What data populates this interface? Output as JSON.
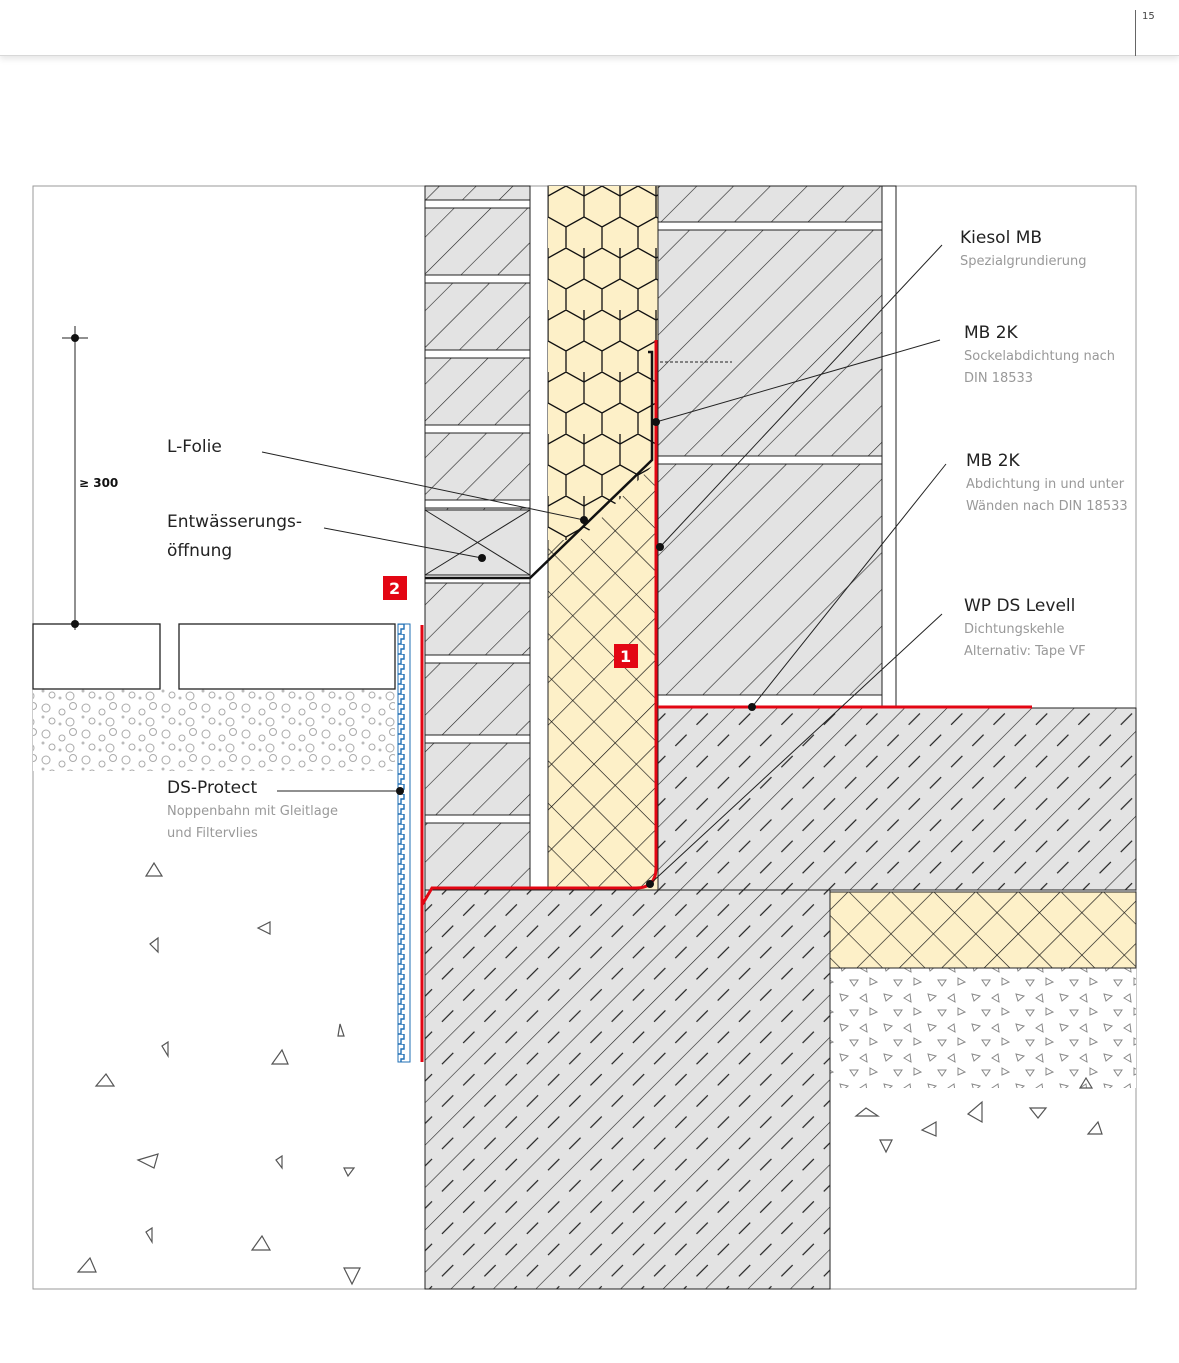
{
  "page_number": "15",
  "dimension": "≥ 300",
  "badges": [
    "1",
    "2"
  ],
  "labels": {
    "kiesol": {
      "title": "Kiesol MB",
      "sub": [
        "Spezialgrundierung"
      ]
    },
    "mb2k_sockel": {
      "title": "MB 2K",
      "sub": [
        "Sockelabdichtung nach",
        "DIN 18533"
      ]
    },
    "mb2k_waende": {
      "title": "MB 2K",
      "sub": [
        "Abdichtung in und unter",
        "Wänden nach DIN 18533"
      ]
    },
    "wp_ds_levell": {
      "title": "WP DS Levell",
      "sub": [
        "Dichtungskehle",
        "Alternativ: Tape VF"
      ]
    },
    "l_folie": {
      "title": "L-Folie"
    },
    "entwaesserung": {
      "title": [
        "Entwässerungs-",
        "öffnung"
      ]
    },
    "ds_protect": {
      "title": "DS-Protect",
      "sub": [
        "Noppenbahn mit Gleitlage",
        "und Filtervlies"
      ]
    }
  },
  "colors": {
    "seal_red": "#e30613",
    "insulation": "#fdf0c8",
    "concrete": "#e3e3e3",
    "protect_blue": "#1f6fb5"
  }
}
